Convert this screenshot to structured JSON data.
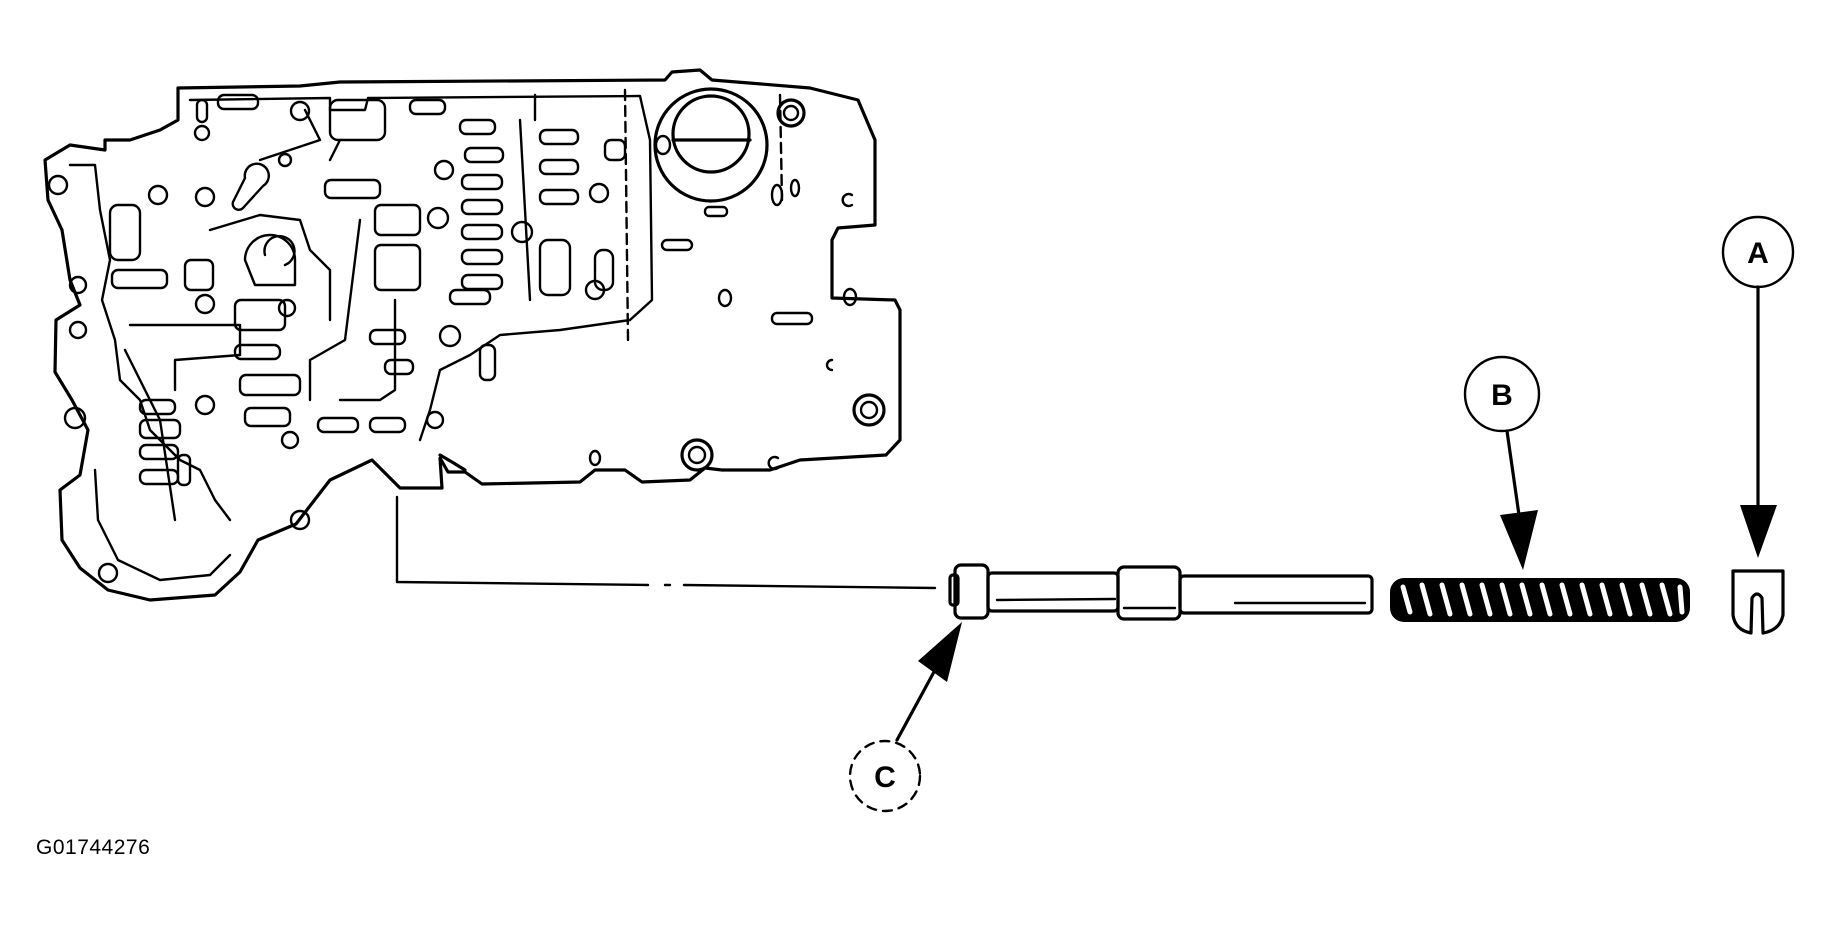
{
  "diagram": {
    "type": "exploded-view",
    "subject": "valve body with valve assembly",
    "figure_id": "G01744276",
    "colors": {
      "line": "#000000",
      "background": "#ffffff"
    },
    "callouts": [
      {
        "id": "A",
        "label": "A",
        "points_to": "retainer clip",
        "circle_style": "solid"
      },
      {
        "id": "B",
        "label": "B",
        "points_to": "coil spring",
        "circle_style": "solid"
      },
      {
        "id": "C",
        "label": "C",
        "points_to": "valve spool end",
        "circle_style": "dashed"
      }
    ],
    "parts": [
      {
        "name": "valve-body"
      },
      {
        "name": "valve-spool"
      },
      {
        "name": "spring"
      },
      {
        "name": "retainer-clip"
      }
    ]
  }
}
